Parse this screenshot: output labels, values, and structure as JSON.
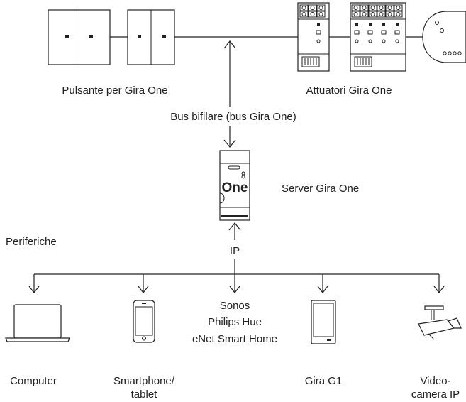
{
  "labels": {
    "pushbuttons": "Pulsante per Gira One",
    "actuators": "Attuatori Gira One",
    "bus": "Bus bifilare (bus Gira One)",
    "server": "Server Gira One",
    "server_badge": "One",
    "peripherals": "Periferiche",
    "ip": "IP",
    "computer": "Computer",
    "smartphone_line1": "Smartphone/",
    "smartphone_line2": "tablet",
    "sonos": "Sonos",
    "philips_hue": "Philips Hue",
    "enet": "eNet Smart Home",
    "gira_g1": "Gira G1",
    "video_line1": "Video-",
    "video_line2": "camera IP"
  },
  "icons": {
    "pushbutton": "double-rocker-switch-icon",
    "actuator": "din-rail-actuator-icon",
    "sensor": "round-flush-sensor-icon",
    "server": "din-rail-server-icon",
    "laptop": "laptop-icon",
    "phone": "smartphone-icon",
    "tablet": "tablet-icon",
    "camera": "ip-camera-icon"
  }
}
